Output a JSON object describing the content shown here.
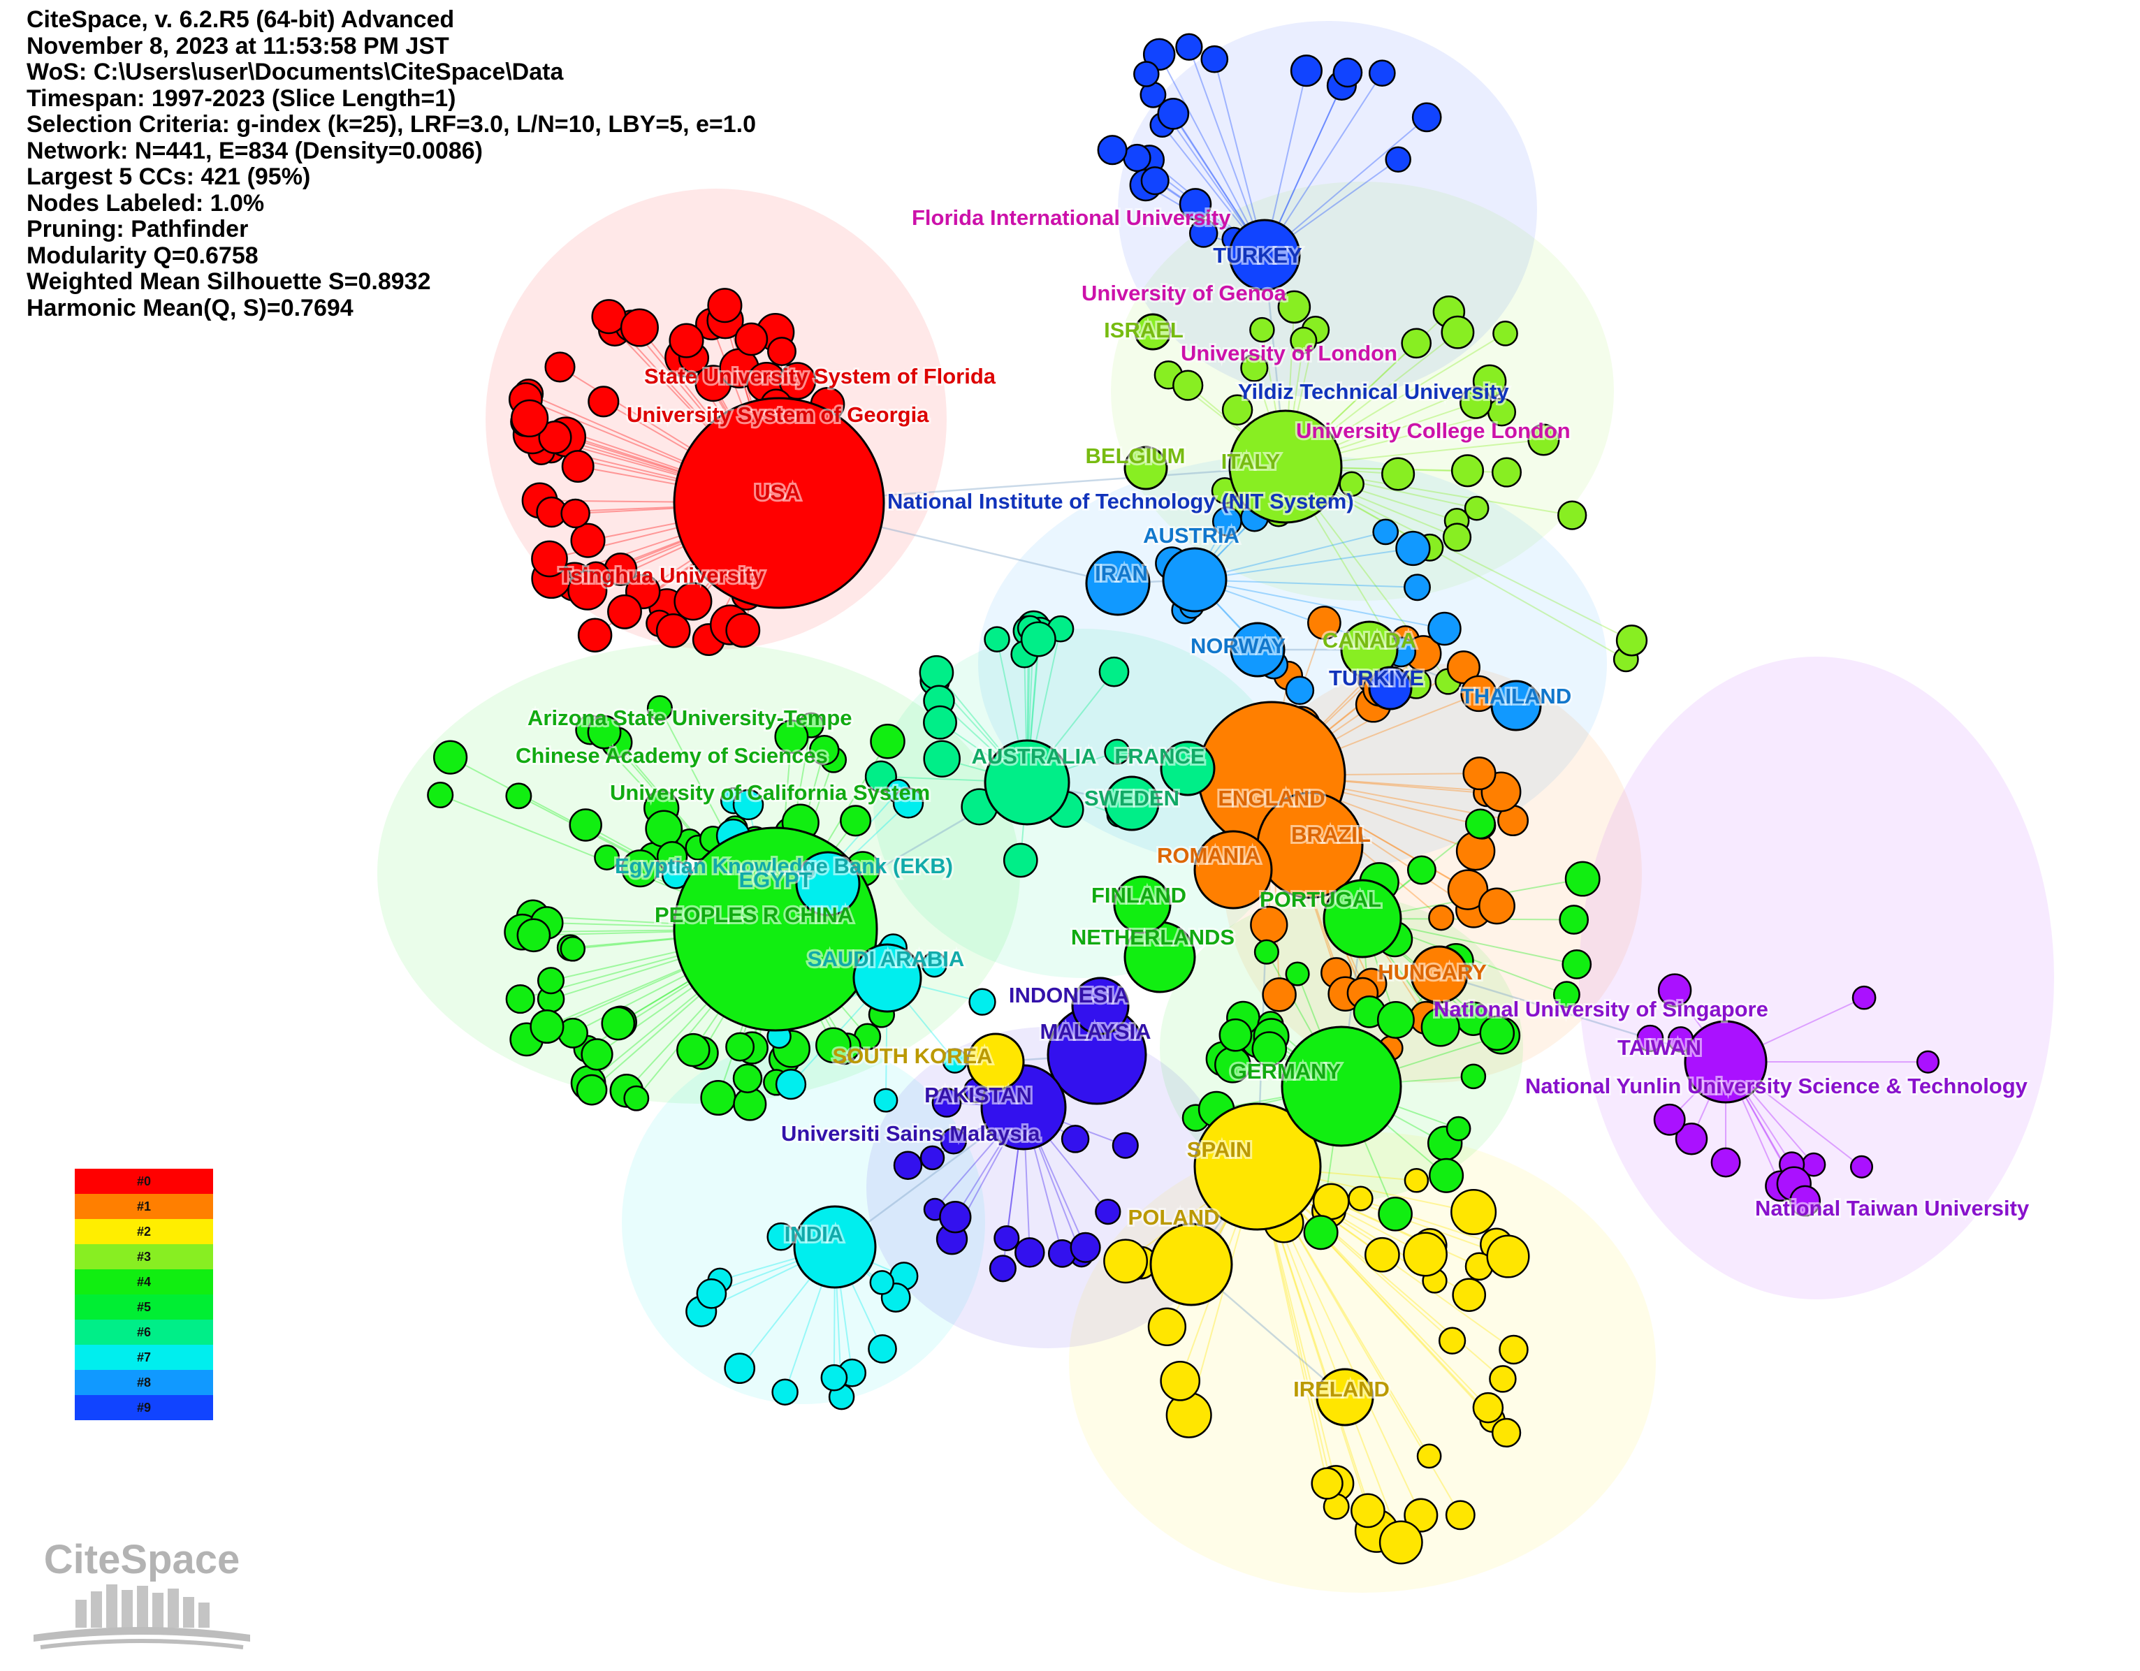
{
  "info_lines": [
    "CiteSpace, v. 6.2.R5 (64-bit) Advanced",
    "November 8, 2023 at 11:53:58 PM JST",
    "WoS: C:\\Users\\user\\Documents\\CiteSpace\\Data",
    "Timespan: 1997-2023 (Slice Length=1)",
    "Selection Criteria: g-index (k=25), LRF=3.0, L/N=10, LBY=5, e=1.0",
    "Network: N=441, E=834 (Density=0.0086)",
    "Largest 5 CCs: 421 (95%)",
    "Nodes Labeled: 1.0%",
    "Pruning: Pathfinder",
    "Modularity Q=0.6758",
    "Weighted Mean Silhouette S=0.8932",
    "Harmonic Mean(Q, S)=0.7694"
  ],
  "legend": [
    {
      "label": "#0",
      "color": "#ff0000"
    },
    {
      "label": "#1",
      "color": "#ff7f00"
    },
    {
      "label": "#2",
      "color": "#ffee00"
    },
    {
      "label": "#3",
      "color": "#88ee22"
    },
    {
      "label": "#4",
      "color": "#11ee11"
    },
    {
      "label": "#5",
      "color": "#00ee33"
    },
    {
      "label": "#6",
      "color": "#00ee88"
    },
    {
      "label": "#7",
      "color": "#00eeee"
    },
    {
      "label": "#8",
      "color": "#1199ff"
    },
    {
      "label": "#9",
      "color": "#1144ff"
    }
  ],
  "logo_text": "CiteSpace",
  "colors": {
    "red": "#ff0000",
    "orange": "#ff7f00",
    "yellow": "#ffe600",
    "lime": "#88ee22",
    "green": "#11ee11",
    "teal": "#00ee88",
    "cyan": "#00eeee",
    "skyblue": "#1199ff",
    "blue": "#1144ff",
    "indigo": "#3311ee",
    "purple": "#aa11ff",
    "magenta": "#ff22cc"
  },
  "labels": [
    {
      "text": "Florida International University",
      "color": "#cc11aa"
    },
    {
      "text": "TURKEY",
      "color": "#1133bb"
    },
    {
      "text": "University of Genoa",
      "color": "#cc11aa"
    },
    {
      "text": "ISRAEL",
      "color": "#77bb11"
    },
    {
      "text": "University of London",
      "color": "#cc11aa"
    },
    {
      "text": "State University System of Florida",
      "color": "#dd0000"
    },
    {
      "text": "Yildiz Technical University",
      "color": "#1133bb"
    },
    {
      "text": "University System of Georgia",
      "color": "#dd0000"
    },
    {
      "text": "University College London",
      "color": "#cc11aa"
    },
    {
      "text": "BELGIUM",
      "color": "#77bb11"
    },
    {
      "text": "ITALY",
      "color": "#77bb11"
    },
    {
      "text": "USA",
      "color": "#dd0000"
    },
    {
      "text": "National Institute of Technology (NIT System)",
      "color": "#1133bb"
    },
    {
      "text": "AUSTRIA",
      "color": "#1177cc"
    },
    {
      "text": "Tsinghua University",
      "color": "#dd0000"
    },
    {
      "text": "IRAN",
      "color": "#1177cc"
    },
    {
      "text": "NORWAY",
      "color": "#1177cc"
    },
    {
      "text": "CANADA",
      "color": "#77bb11"
    },
    {
      "text": "TURKIYE",
      "color": "#1133bb"
    },
    {
      "text": "THAILAND",
      "color": "#1177cc"
    },
    {
      "text": "Arizona State University-Tempe",
      "color": "#11aa11"
    },
    {
      "text": "Chinese Academy of Sciences",
      "color": "#11aa11"
    },
    {
      "text": "AUSTRALIA",
      "color": "#11aa66"
    },
    {
      "text": "FRANCE",
      "color": "#11aa66"
    },
    {
      "text": "University of California System",
      "color": "#11aa11"
    },
    {
      "text": "SWEDEN",
      "color": "#11aa66"
    },
    {
      "text": "ENGLAND",
      "color": "#dd6600"
    },
    {
      "text": "BRAZIL",
      "color": "#dd6600"
    },
    {
      "text": "ROMANIA",
      "color": "#dd6600"
    },
    {
      "text": "Egyptian Knowledge Bank (EKB)",
      "color": "#11aaaa"
    },
    {
      "text": "EGYPT",
      "color": "#11aaaa"
    },
    {
      "text": "FINLAND",
      "color": "#11aa11"
    },
    {
      "text": "PORTUGAL",
      "color": "#11aa11"
    },
    {
      "text": "PEOPLES R CHINA",
      "color": "#11aa11"
    },
    {
      "text": "NETHERLANDS",
      "color": "#11aa11"
    },
    {
      "text": "SAUDI ARABIA",
      "color": "#11aaaa"
    },
    {
      "text": "HUNGARY",
      "color": "#dd6600"
    },
    {
      "text": "INDONESIA",
      "color": "#3311aa"
    },
    {
      "text": "National University of Singapore",
      "color": "#8811cc"
    },
    {
      "text": "MALAYSIA",
      "color": "#3311aa"
    },
    {
      "text": "TAIWAN",
      "color": "#8811cc"
    },
    {
      "text": "SOUTH KOREA",
      "color": "#bb9900"
    },
    {
      "text": "GERMANY",
      "color": "#11aa11"
    },
    {
      "text": "National Yunlin University Science & Technology",
      "color": "#8811cc"
    },
    {
      "text": "PAKISTAN",
      "color": "#3311aa"
    },
    {
      "text": "Universiti Sains Malaysia",
      "color": "#3311aa"
    },
    {
      "text": "SPAIN",
      "color": "#bb9900"
    },
    {
      "text": "National Taiwan University",
      "color": "#8811cc"
    },
    {
      "text": "POLAND",
      "color": "#bb9900"
    },
    {
      "text": "INDIA",
      "color": "#11aaaa"
    },
    {
      "text": "IRELAND",
      "color": "#bb9900"
    }
  ]
}
